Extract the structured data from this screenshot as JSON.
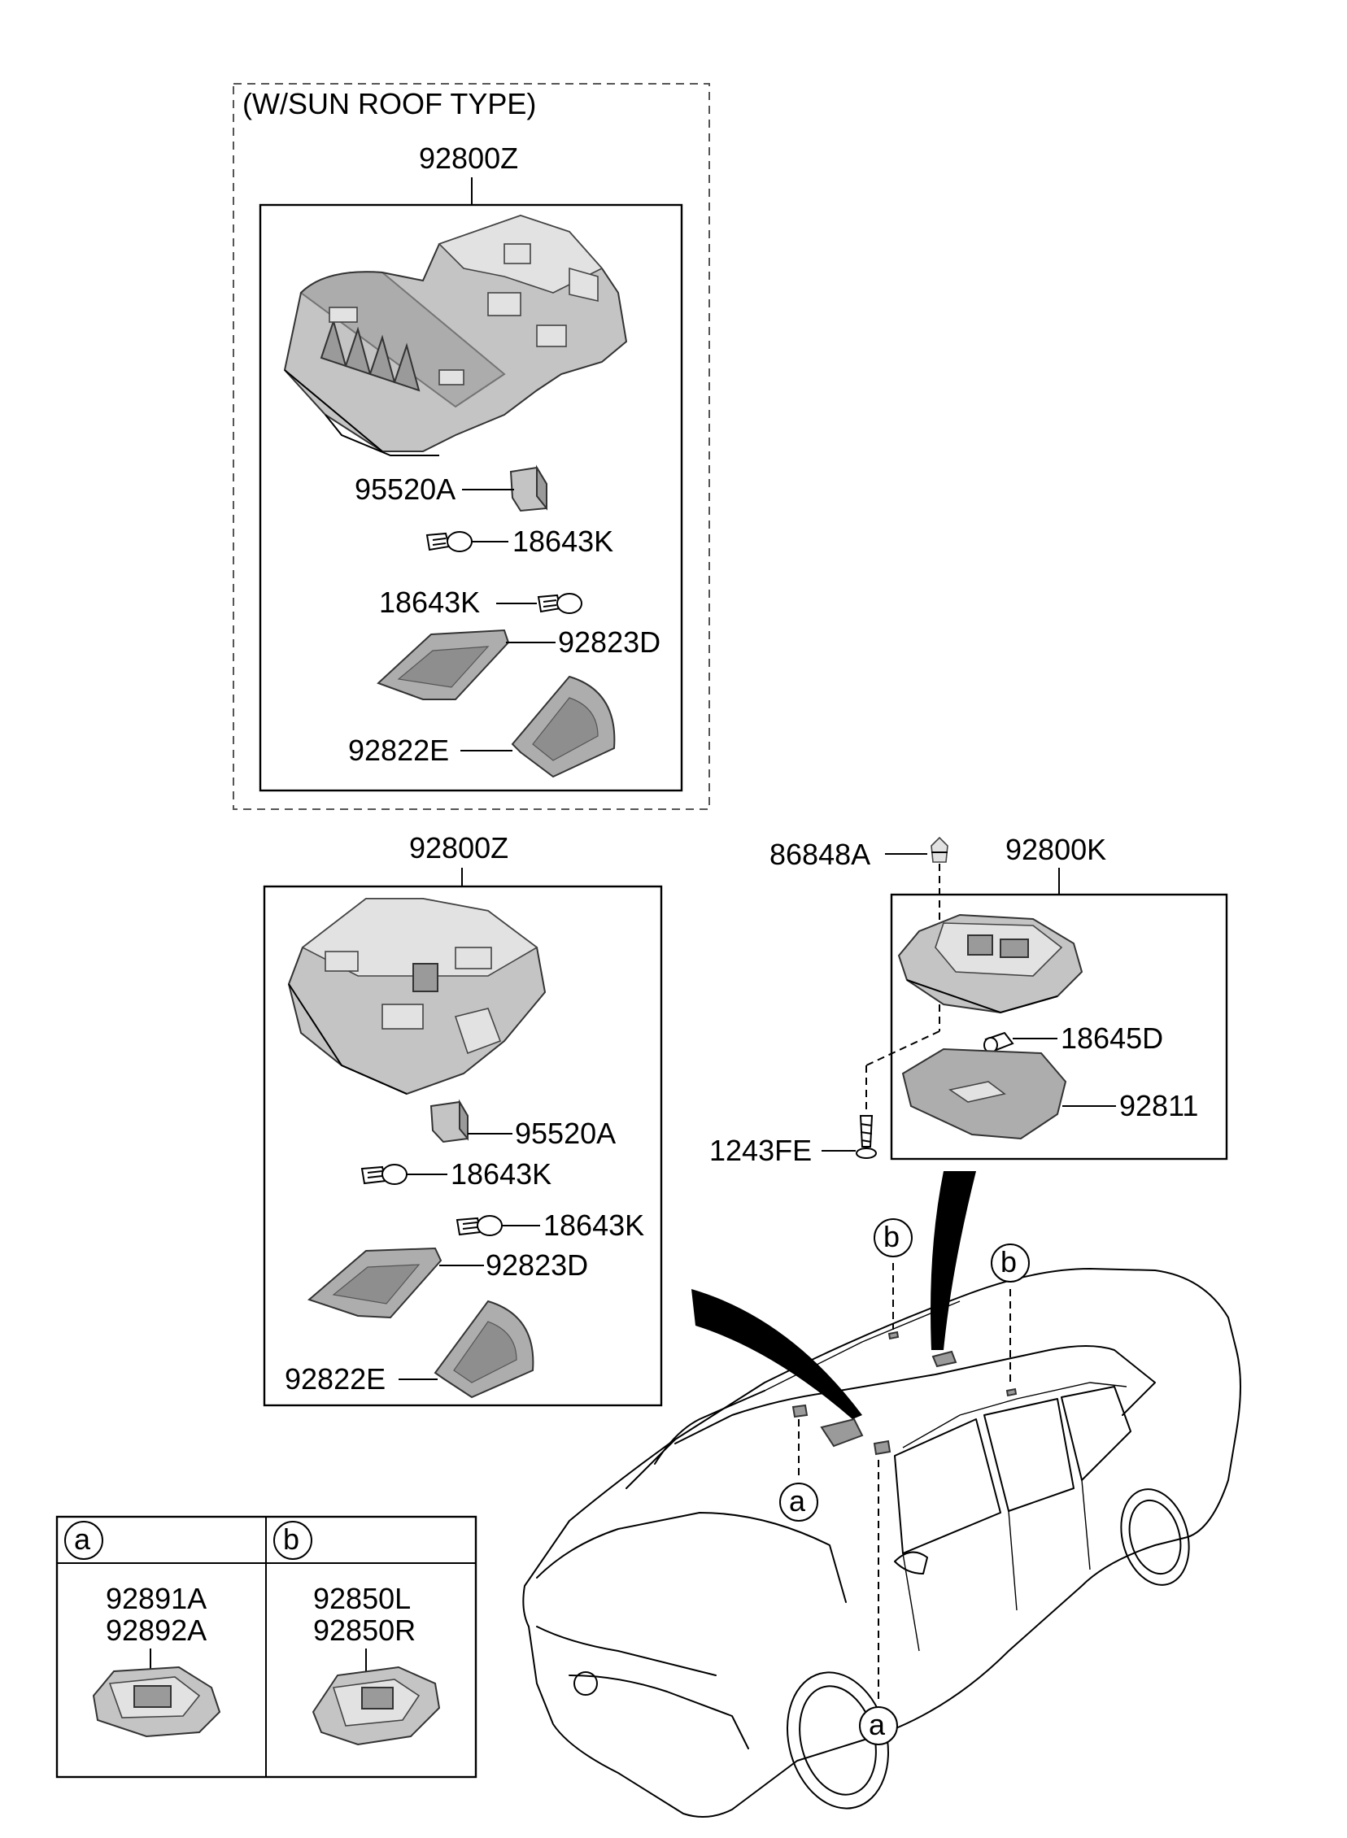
{
  "sunroof_group": {
    "title": "(W/SUN ROOF TYPE)",
    "assembly": "92800Z",
    "parts": [
      "95520A",
      "18643K",
      "18643K",
      "92823D",
      "92822E"
    ]
  },
  "standard_group": {
    "assembly": "92800Z",
    "parts": [
      "95520A",
      "18643K",
      "18643K",
      "92823D",
      "92822E"
    ]
  },
  "rear_lamp_group": {
    "assembly": "92800K",
    "parts": [
      "86848A",
      "18645D",
      "92811",
      "1243FE"
    ]
  },
  "callouts": {
    "a": "a",
    "b": "b"
  },
  "legend": {
    "col_a": {
      "key": "a",
      "parts": [
        "92891A",
        "92892A"
      ]
    },
    "col_b": {
      "key": "b",
      "parts": [
        "92850L",
        "92850R"
      ]
    }
  }
}
